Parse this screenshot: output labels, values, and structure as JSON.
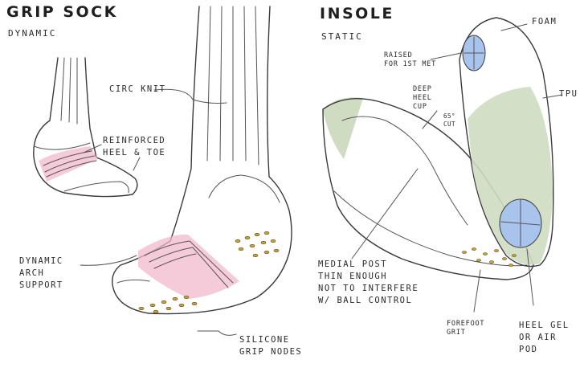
{
  "titles": {
    "grip_sock": "GRIP SOCK",
    "grip_sock_sub": "DYNAMIC",
    "insole": "INSOLE",
    "insole_sub": "STATIC"
  },
  "labels": {
    "circ_knit": "CIRC KNIT",
    "reinforced": [
      "REINFORCED",
      "HEEL & TOE"
    ],
    "dynamic_arch": [
      "DYNAMIC",
      "ARCH",
      "SUPPORT"
    ],
    "silicone": [
      "SILICONE",
      "GRIP NODES"
    ],
    "foam": "FOAM",
    "raised": [
      "RAISED",
      "FOR 1ST MET"
    ],
    "deep_heel": [
      "DEEP",
      "HEEL",
      "CUP"
    ],
    "cut": [
      "65°",
      "CUT"
    ],
    "tpu": "TPU",
    "medial_post": [
      "MEDIAL POST",
      "THIN ENOUGH",
      "NOT TO INTERFERE",
      "W/ BALL CONTROL"
    ],
    "forefoot_grit": [
      "FOREFOOT",
      "GRIT"
    ],
    "heel_gel": [
      "HEEL GEL",
      "OR AIR",
      "POD"
    ]
  },
  "colors": {
    "ink": "#3a3a3a",
    "pink": "#f2b8cc",
    "green": "#cfdcc2",
    "blue": "#a9c4ec",
    "node": "#c9a03c"
  }
}
